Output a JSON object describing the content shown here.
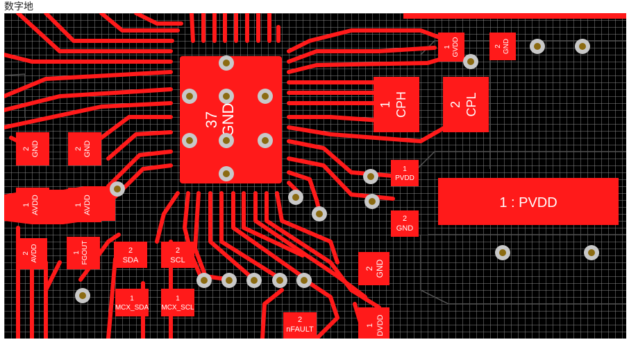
{
  "window": {
    "title": "数字地"
  },
  "colors": {
    "background": "#000000",
    "grid": "#8a8a8a",
    "copper": "#ff1a1a",
    "via_ring": "#c8c8c8",
    "via_hole": "#8b6b12",
    "outline": "#555555",
    "label": "#ffffff"
  },
  "ic": {
    "pin": "37",
    "net": "GND"
  },
  "pads": {
    "gvdd": {
      "pin": "1",
      "net": "GVDD"
    },
    "gnd_top": {
      "pin": "2",
      "net": "GND"
    },
    "cph": {
      "pin": "1",
      "net": "CPH"
    },
    "cpl": {
      "pin": "2",
      "net": "CPL"
    },
    "gnd_l1": {
      "pin": "2",
      "net": "GND"
    },
    "gnd_l2": {
      "pin": "2",
      "net": "GND"
    },
    "avdd_l1": {
      "pin": "1",
      "net": "AVDD"
    },
    "avdd_l2": {
      "pin": "1",
      "net": "AVDD"
    },
    "avdd_l3": {
      "pin": "2",
      "net": "AVDD"
    },
    "fgout": {
      "pin": "1",
      "net": "FGOUT"
    },
    "sda": {
      "pin": "2",
      "net": "SDA"
    },
    "scl": {
      "pin": "2",
      "net": "SCL"
    },
    "mcx_sda": {
      "pin": "1",
      "net": "MCX_SDA"
    },
    "mcx_scl": {
      "pin": "1",
      "net": "MCX_SCL"
    },
    "pvdd_small": {
      "pin": "1",
      "net": "PVDD"
    },
    "gnd_mid": {
      "pin": "2",
      "net": "GND"
    },
    "gnd_low": {
      "pin": "2",
      "net": "GND"
    },
    "nfault": {
      "pin": "2",
      "net": "nFAULT"
    },
    "dvdd": {
      "pin": "1",
      "net": "DVDD"
    },
    "pvdd_big": {
      "label": "1 : PVDD"
    }
  }
}
